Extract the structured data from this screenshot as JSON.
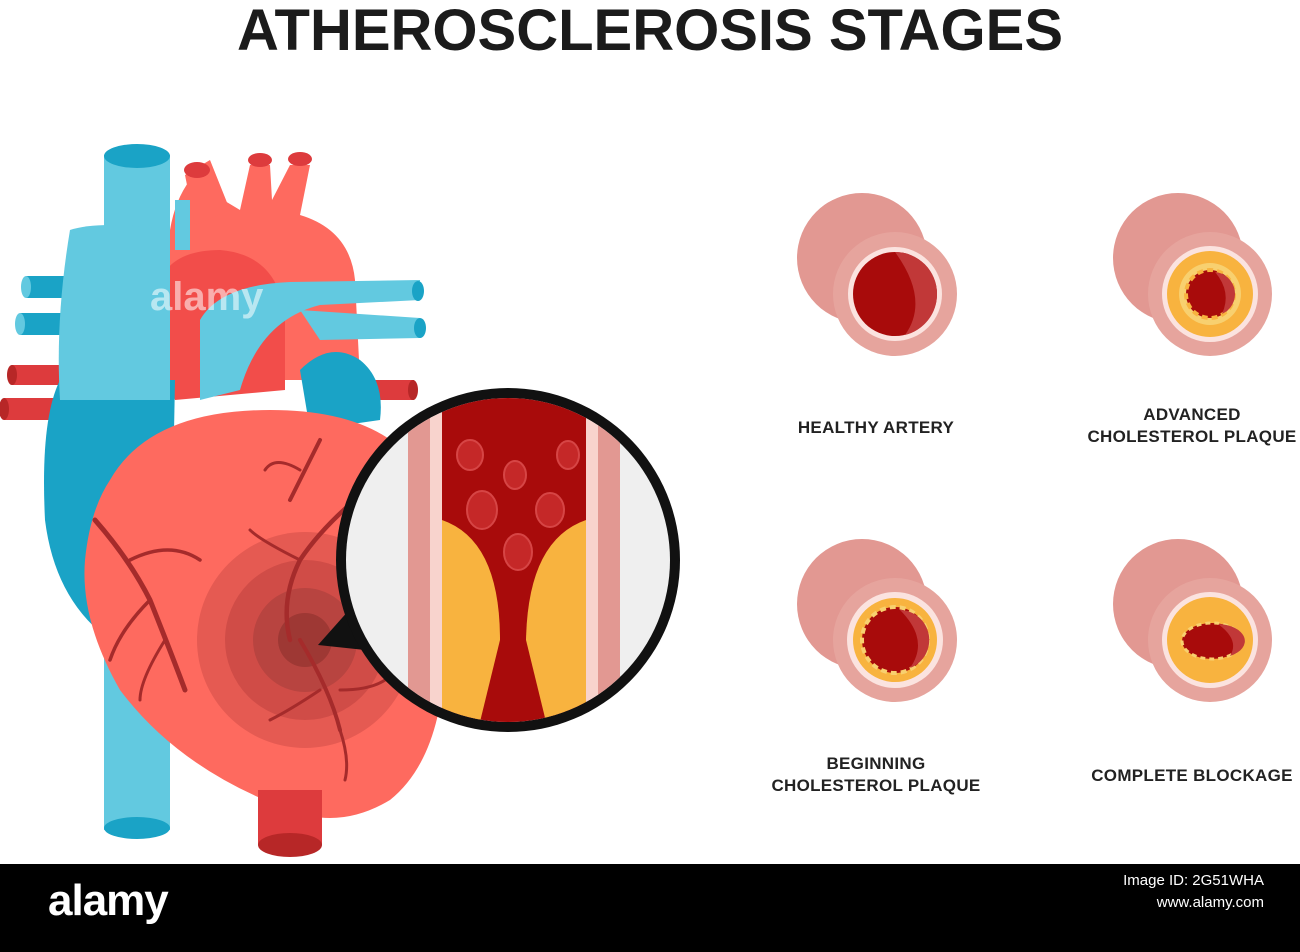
{
  "title": "ATHEROSCLEROSIS STAGES",
  "stages": [
    {
      "label_lines": [
        "HEALTHY ARTERY"
      ]
    },
    {
      "label_lines": [
        "ADVANCED",
        "CHOLESTEROL PLAQUE"
      ]
    },
    {
      "label_lines": [
        "BEGINNING",
        "CHOLESTEROL PLAQUE"
      ]
    },
    {
      "label_lines": [
        "COMPLETE BLOCKAGE"
      ]
    }
  ],
  "footer": {
    "brand": "alamy",
    "image_id_line": "Image ID: 2G51WHA",
    "site": "www.alamy.com"
  },
  "watermark": "alamy",
  "colors": {
    "vein_blue": "#62c9e0",
    "vein_dark": "#1aa3c6",
    "heart_red": "#fe6a5f",
    "vessel_red": "#dd3b3d",
    "blood": "#a80b0b",
    "plaque": "#f8b33f",
    "artery_wall": "#e29892"
  }
}
